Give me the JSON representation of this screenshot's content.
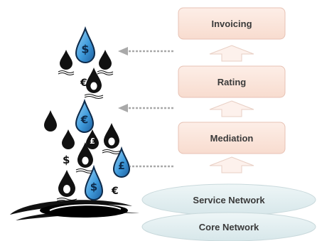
{
  "diagram": {
    "stack": {
      "invoicing": "Invoicing",
      "rating": "Rating",
      "mediation": "Mediation"
    },
    "networks": {
      "service": "Service Network",
      "core": "Core Network"
    },
    "currency_symbols": {
      "dollar": "$",
      "euro": "€",
      "pound": "£"
    }
  },
  "colors": {
    "box_fill": "#fbe4dc",
    "box_stroke": "#e7c2b4",
    "arrow_fill": "#fdf1ec",
    "network_fill": "#e3eef0",
    "network_stroke": "#c9d9dc",
    "drop_blue": "#4aa0dc",
    "drop_dark": "#111111"
  }
}
